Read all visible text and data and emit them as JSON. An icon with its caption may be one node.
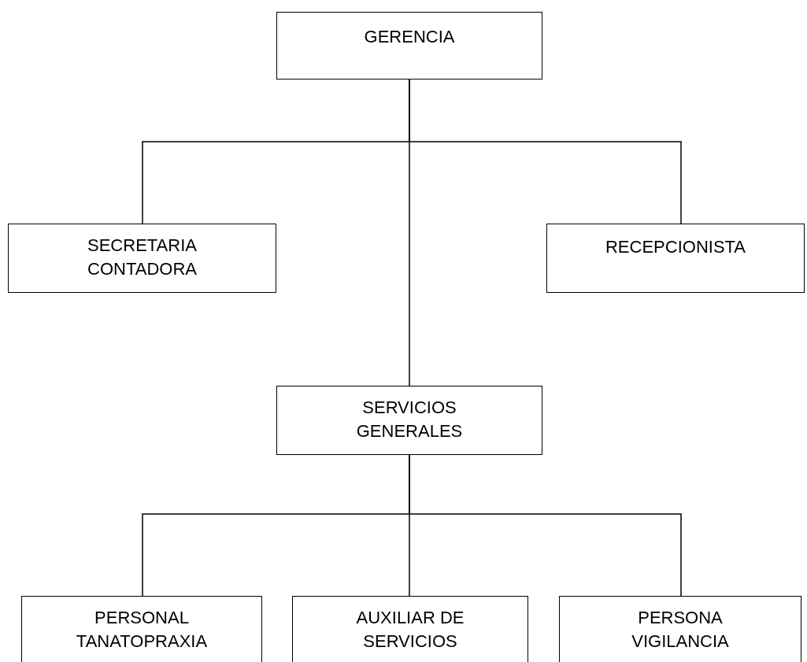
{
  "diagram": {
    "nodes": [
      {
        "text": [
          "GERENCIA"
        ]
      },
      {
        "text": [
          "SECRETARIA CONTADORA"
        ]
      },
      {
        "text": [
          "RECEPCIONISTA"
        ]
      },
      {
        "text": [
          "SERVICIOS GENERALES"
        ]
      },
      {
        "text": [
          "PERSONAL TANATOPRAXIA"
        ]
      },
      {
        "text": [
          "AUXILIAR DE SERVICIOS"
        ]
      },
      {
        "text": [
          "PERSONA VIGILANCIA"
        ]
      }
    ],
    "edges": [
      {
        "from": 0,
        "to": 1,
        "arrow": "none"
      },
      {
        "from": 0,
        "to": 2,
        "arrow": "none"
      },
      {
        "from": 0,
        "to": 3,
        "arrow": "none"
      },
      {
        "from": 3,
        "to": 4,
        "arrow": "none"
      },
      {
        "from": 3,
        "to": 5,
        "arrow": "none"
      },
      {
        "from": 3,
        "to": 6,
        "arrow": "none"
      }
    ]
  }
}
